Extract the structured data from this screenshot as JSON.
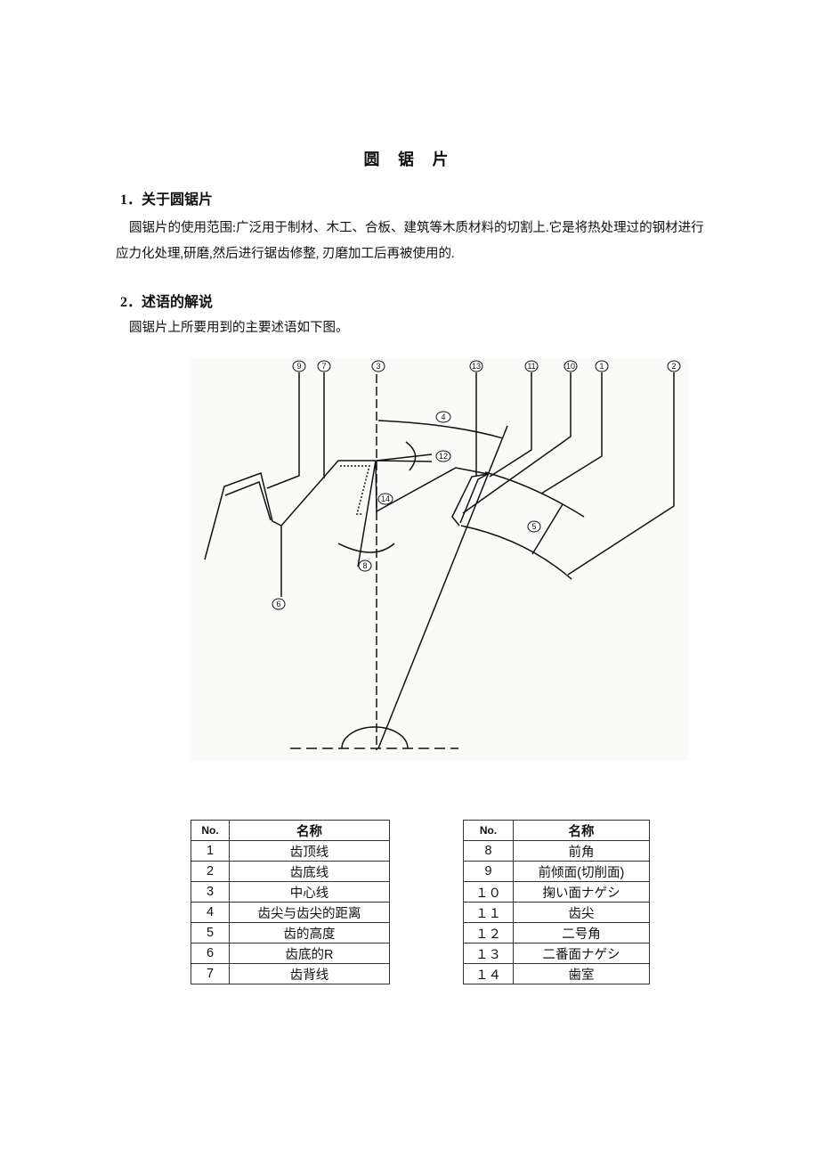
{
  "title": "圆 锯 片",
  "section1": {
    "heading": "1．关于圆锯片",
    "paragraph": "圆锯片的使用范围:广泛用于制材、木工、合板、建筑等木质材料的切割上.它是将热处理过的钢材进行应力化处理,研磨,然后进行锯齿修整, 刃磨加工后再被使用的."
  },
  "section2": {
    "heading": "2．述语的解说",
    "paragraph": "圆锯片上所要用到的主要述语如下图。"
  },
  "diagram": {
    "labels": [
      "9",
      "7",
      "3",
      "13",
      "11",
      "10",
      "1",
      "2",
      "4",
      "12",
      "14",
      "8",
      "6",
      "5"
    ]
  },
  "table_left": {
    "headers": [
      "No.",
      "名称"
    ],
    "rows": [
      [
        "1",
        "齿顶线"
      ],
      [
        "2",
        "齿底线"
      ],
      [
        "3",
        "中心线"
      ],
      [
        "4",
        "齿尖与齿尖的距离"
      ],
      [
        "5",
        "齿的高度"
      ],
      [
        "6",
        "齿底的R"
      ],
      [
        "7",
        "齿背线"
      ]
    ]
  },
  "table_right": {
    "headers": [
      "No.",
      "名称"
    ],
    "rows": [
      [
        "8",
        "前角"
      ],
      [
        "9",
        "前倾面(切削面)"
      ],
      [
        "１０",
        "掬い面ナゲシ"
      ],
      [
        "１１",
        "齿尖"
      ],
      [
        "１２",
        "二号角"
      ],
      [
        "１３",
        "二番面ナゲシ"
      ],
      [
        "１４",
        "歯室"
      ]
    ]
  }
}
